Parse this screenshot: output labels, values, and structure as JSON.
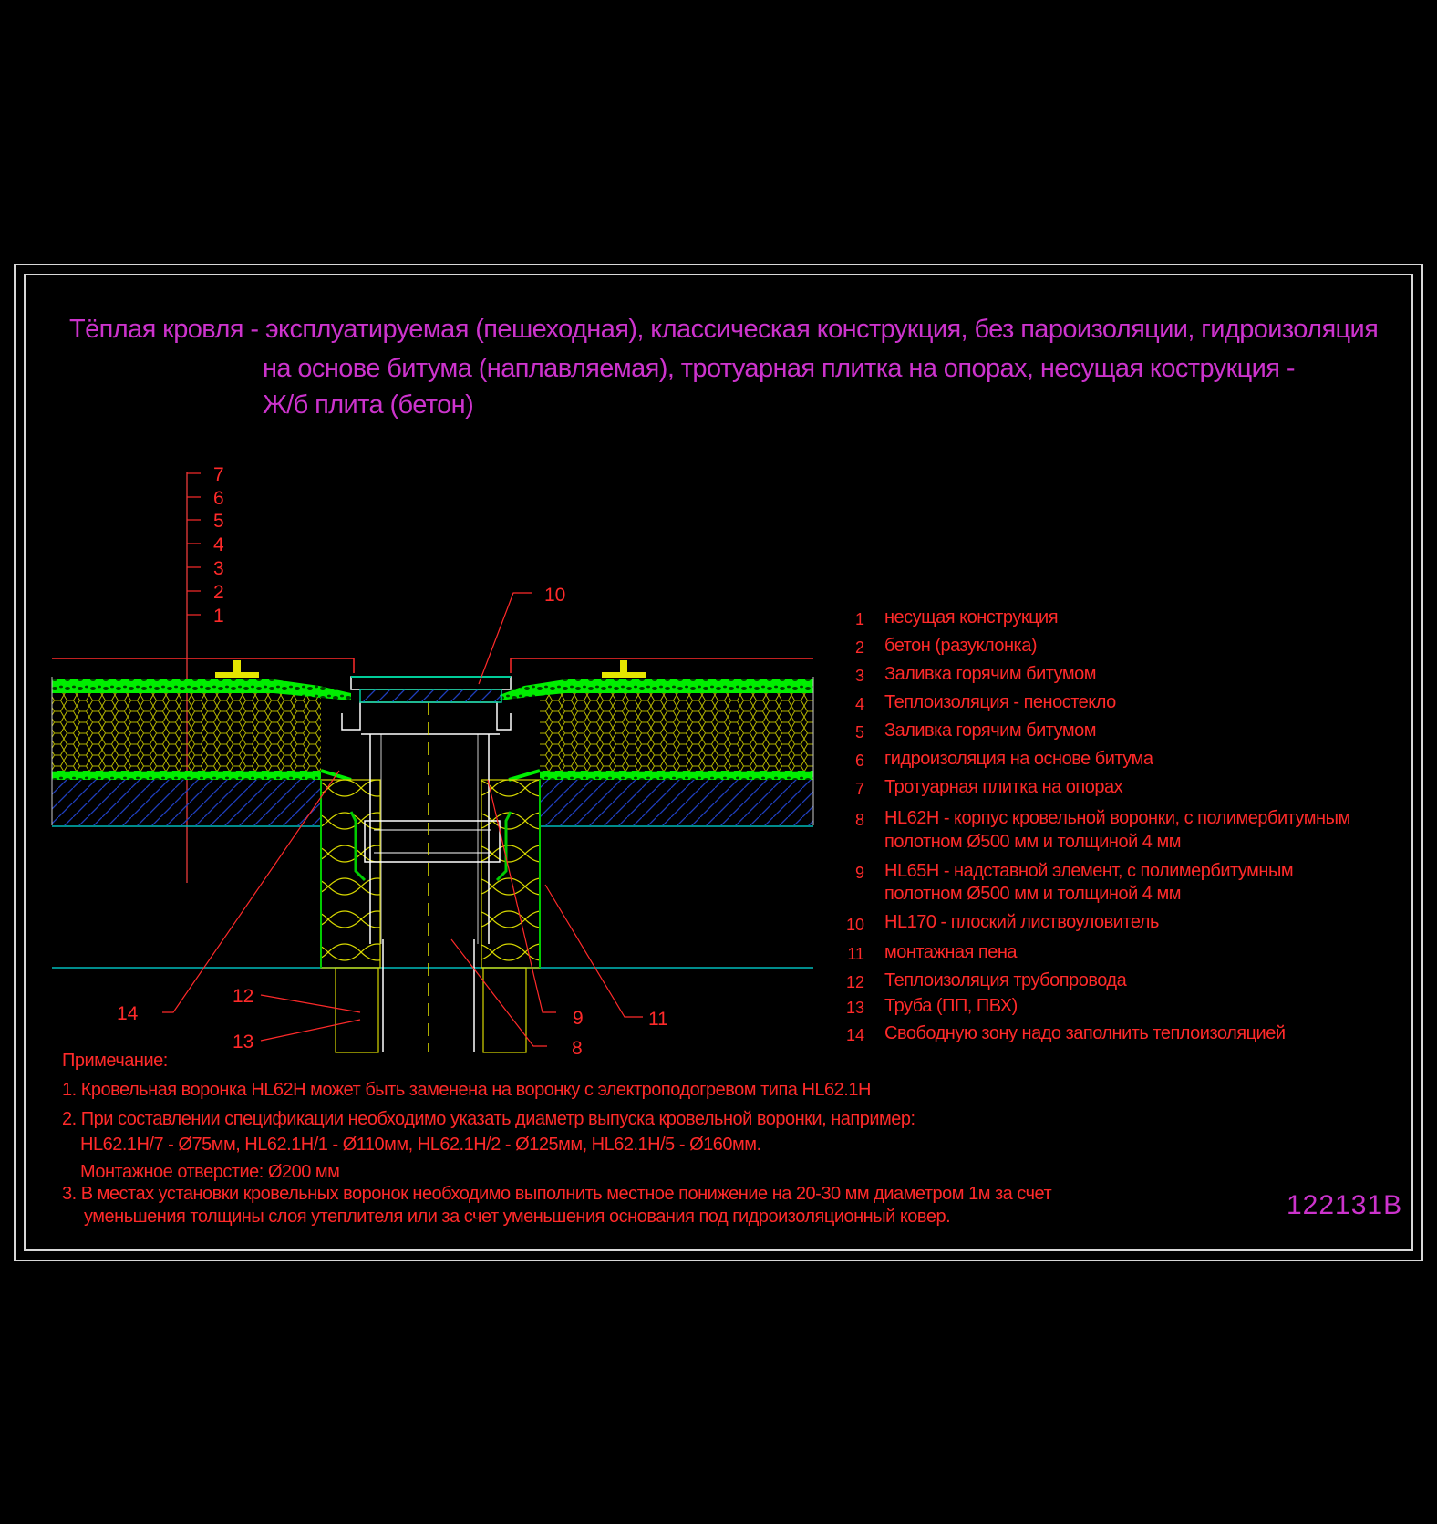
{
  "title": [
    "Тёплая кровля - эксплуатируемая (пешеходная), классическая конструкция, без пароизоляции, гидроизоляция",
    "на основе битума (наплавляемая), тротуарная плитка на опорах, несущая кострукция -",
    "Ж/б плита (бетон)"
  ],
  "layer_markers": [
    "7",
    "6",
    "5",
    "4",
    "3",
    "2",
    "1"
  ],
  "callouts": {
    "c10": "10",
    "c14": "14",
    "c12": "12",
    "c13": "13",
    "c9": "9",
    "c11": "11",
    "c8": "8"
  },
  "legend": [
    {
      "num": "1",
      "text": "несущая конструкция"
    },
    {
      "num": "2",
      "text": "бетон (разуклонка)"
    },
    {
      "num": "3",
      "text": "Заливка горячим битумом"
    },
    {
      "num": "4",
      "text": "Теплоизоляция - пеностекло"
    },
    {
      "num": "5",
      "text": "Заливка горячим битумом"
    },
    {
      "num": "6",
      "text": "гидроизоляция на основе битума"
    },
    {
      "num": "7",
      "text": "Тротуарная плитка на опорах"
    },
    {
      "num": "8",
      "text": "HL62H - корпус кровельной воронки, с полимербитумным",
      "text2": "полотном Ø500 мм и толщиной 4 мм"
    },
    {
      "num": "9",
      "text": "HL65H - надставной элемент, с полимербитумным",
      "text2": "полотном Ø500 мм и толщиной 4 мм"
    },
    {
      "num": "10",
      "text": "HL170 - плоский листвоуловитель"
    },
    {
      "num": "11",
      "text": "монтажная пена"
    },
    {
      "num": "12",
      "text": "Теплоизоляция трубопровода"
    },
    {
      "num": "13",
      "text": "Труба (ПП, ПВХ)"
    },
    {
      "num": "14",
      "text": "Свободную зону надо заполнить теплоизоляцией"
    }
  ],
  "notes": {
    "heading": "Примечание:",
    "n1": "1. Кровельная воронка HL62H может быть заменена на воронку с электроподогревом типа HL62.1H",
    "n2": "2. При составлении спецификации необходимо указать диаметр выпуска кровельной воронки, например:",
    "n2b": "HL62.1H/7 - Ø75мм, HL62.1H/1 - Ø110мм, HL62.1H/2 - Ø125мм, HL62.1H/5 - Ø160мм.",
    "n2c": "Монтажное отверстие: Ø200 мм",
    "n3": "3. В местах установки кровельных воронок необходимо выполнить местное понижение на 20-30 мм диаметром 1м за счет",
    "n3b": "уменьшения толщины слоя утеплителя или за счет уменьшения основания под гидроизоляционный ковер."
  },
  "drawing_code": "122131B",
  "colors": {
    "background": "#000000",
    "frame": "#d8d8d8",
    "title": "#cc33cc",
    "text": "#ff2a2a",
    "insulation": "#e6e600",
    "waterproofing": "#00ff00",
    "concrete_hatch": "#1f3fbf",
    "funnel": "#ffffff",
    "leaf_guard": "#00cc99",
    "cyan_line": "#00bbbb"
  }
}
